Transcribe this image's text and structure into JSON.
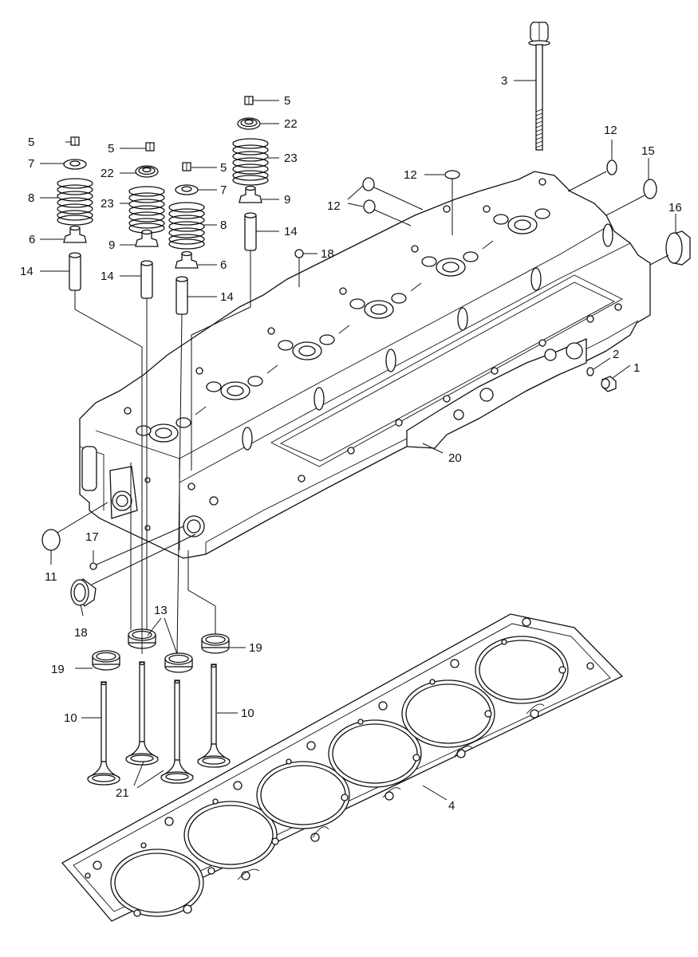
{
  "callouts": [
    {
      "id": "c1",
      "text": "1"
    },
    {
      "id": "c2",
      "text": "2"
    },
    {
      "id": "c3",
      "text": "3"
    },
    {
      "id": "c4",
      "text": "4"
    },
    {
      "id": "c5a",
      "text": "5"
    },
    {
      "id": "c5b",
      "text": "5"
    },
    {
      "id": "c5c",
      "text": "5"
    },
    {
      "id": "c5d",
      "text": "5"
    },
    {
      "id": "c6a",
      "text": "6"
    },
    {
      "id": "c6b",
      "text": "6"
    },
    {
      "id": "c7a",
      "text": "7"
    },
    {
      "id": "c7b",
      "text": "7"
    },
    {
      "id": "c8a",
      "text": "8"
    },
    {
      "id": "c8b",
      "text": "8"
    },
    {
      "id": "c9a",
      "text": "9"
    },
    {
      "id": "c9b",
      "text": "9"
    },
    {
      "id": "c10a",
      "text": "10"
    },
    {
      "id": "c10b",
      "text": "10"
    },
    {
      "id": "c11",
      "text": "11"
    },
    {
      "id": "c12a",
      "text": "12"
    },
    {
      "id": "c12b",
      "text": "12"
    },
    {
      "id": "c12c",
      "text": "12"
    },
    {
      "id": "c13",
      "text": "13"
    },
    {
      "id": "c14a",
      "text": "14"
    },
    {
      "id": "c14b",
      "text": "14"
    },
    {
      "id": "c14c",
      "text": "14"
    },
    {
      "id": "c14d",
      "text": "14"
    },
    {
      "id": "c15",
      "text": "15"
    },
    {
      "id": "c16",
      "text": "16"
    },
    {
      "id": "c17",
      "text": "17"
    },
    {
      "id": "c18a",
      "text": "18"
    },
    {
      "id": "c18b",
      "text": "18"
    },
    {
      "id": "c19a",
      "text": "19"
    },
    {
      "id": "c19b",
      "text": "19"
    },
    {
      "id": "c20",
      "text": "20"
    },
    {
      "id": "c21",
      "text": "21"
    },
    {
      "id": "c22a",
      "text": "22"
    },
    {
      "id": "c22b",
      "text": "22"
    },
    {
      "id": "c23a",
      "text": "23"
    },
    {
      "id": "c23b",
      "text": "23"
    }
  ]
}
